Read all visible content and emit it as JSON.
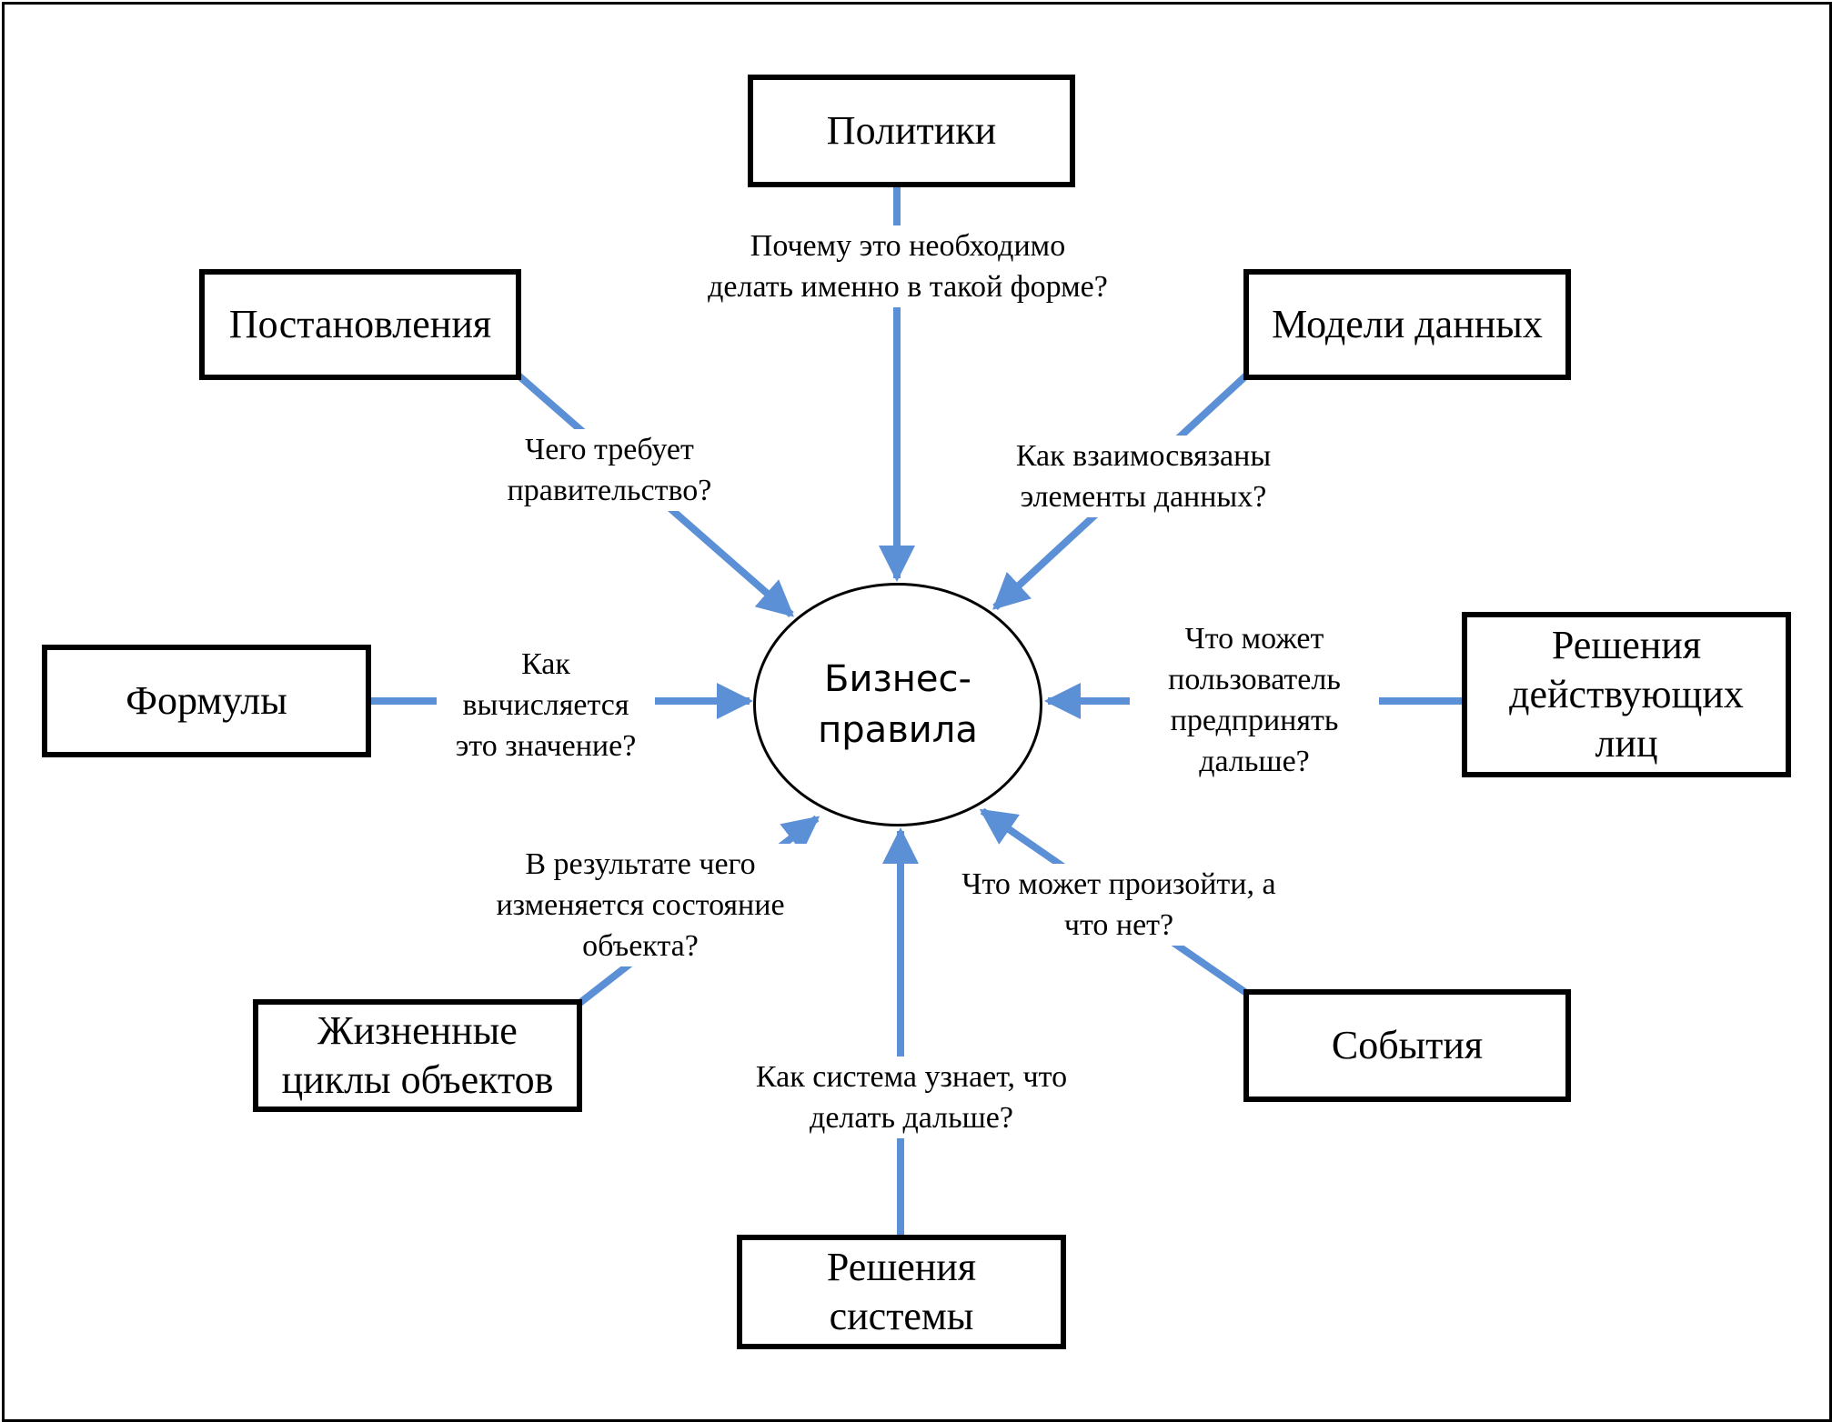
{
  "center": {
    "lines": [
      "Бизнес-",
      "правила"
    ]
  },
  "sources": {
    "policies": {
      "lines": [
        "Политики"
      ],
      "question": [
        "Почему это необходимо",
        "делать именно в такой форме?"
      ]
    },
    "regulations": {
      "lines": [
        "Постановления"
      ],
      "question": [
        "Чего требует",
        "правительство?"
      ]
    },
    "data_models": {
      "lines": [
        "Модели данных"
      ],
      "question": [
        "Как взаимосвязаны",
        "элементы данных?"
      ]
    },
    "formulas": {
      "lines": [
        "Формулы"
      ],
      "question": [
        "Как",
        "вычисляется",
        "это значение?"
      ]
    },
    "actor_decisions": {
      "lines": [
        "Решения",
        "действующих",
        "лиц"
      ],
      "question": [
        "Что может",
        "пользователь",
        "предпринять",
        "дальше?"
      ]
    },
    "object_lifecycles": {
      "lines": [
        "Жизненные",
        "циклы объектов"
      ],
      "question": [
        "В результате чего",
        "изменяется состояние",
        "объекта?"
      ]
    },
    "events": {
      "lines": [
        "События"
      ],
      "question": [
        "Что может произойти, а",
        "что нет?"
      ]
    },
    "system_decisions": {
      "lines": [
        "Решения",
        "системы"
      ],
      "question": [
        "Как система узнает, что",
        "делать дальше?"
      ]
    }
  },
  "colors": {
    "connector": "#5B8FD6",
    "border": "#000000",
    "background": "#FFFFFF"
  }
}
